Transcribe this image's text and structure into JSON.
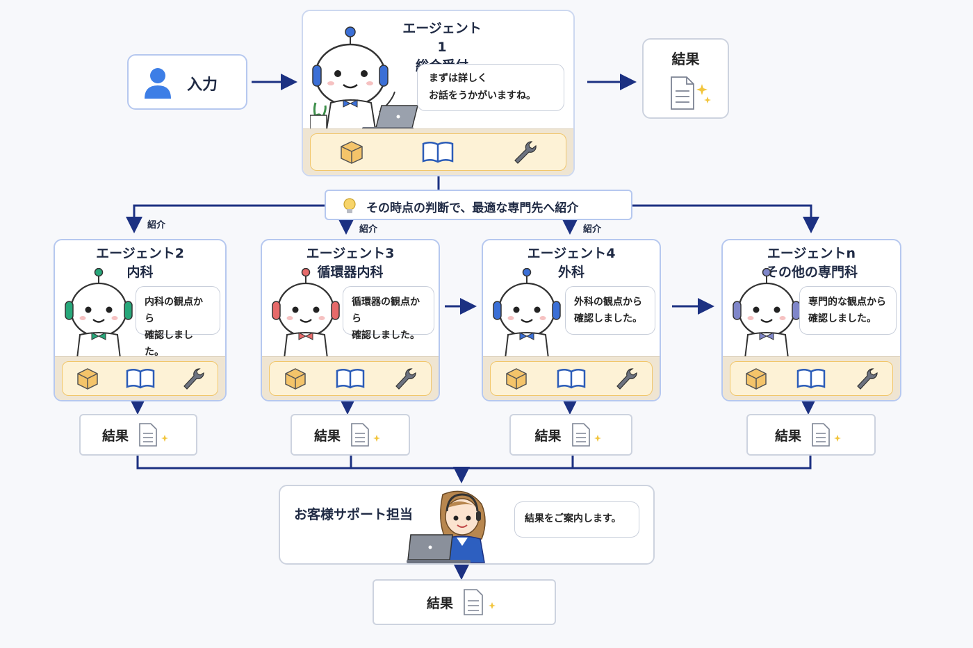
{
  "input": {
    "label": "入力"
  },
  "agent1": {
    "title_line1": "エージェント1",
    "title_line2": "総合受付",
    "speech_line1": "まずは詳しく",
    "speech_line2": "お話をうかがいますね。"
  },
  "top_result": {
    "label": "結果"
  },
  "routing": {
    "text": "その時点の判断で、最適な専門先へ紹介",
    "intro_label": "紹介"
  },
  "agents": [
    {
      "title_line1": "エージェント2",
      "title_line2": "内科",
      "speech_line1": "内科の観点から",
      "speech_line2": "確認しました。",
      "accent": "#27a77a"
    },
    {
      "title_line1": "エージェント3",
      "title_line2": "循環器内科",
      "speech_line1": "循環器の観点から",
      "speech_line2": "確認しました。",
      "accent": "#e66a6a"
    },
    {
      "title_line1": "エージェント4",
      "title_line2": "外科",
      "speech_line1": "外科の観点から",
      "speech_line2": "確認しました。",
      "accent": "#3b6fd6"
    },
    {
      "title_line1": "エージェントn",
      "title_line2": "その他の専門科",
      "speech_line1": "専門的な観点から",
      "speech_line2": "確認しました。",
      "accent": "#7f86c9"
    }
  ],
  "agent_results": [
    "結果",
    "結果",
    "結果",
    "結果"
  ],
  "support": {
    "title": "お客様サポート担当",
    "speech": "結果をご案内します。"
  },
  "final_result": {
    "label": "結果"
  },
  "tool_icons": [
    "box-icon",
    "book-icon",
    "wrench-icon"
  ],
  "colors": {
    "arrow": "#1c3182",
    "accent_blue": "#2f6fe0",
    "tool_tray": "#fdf2d6"
  }
}
